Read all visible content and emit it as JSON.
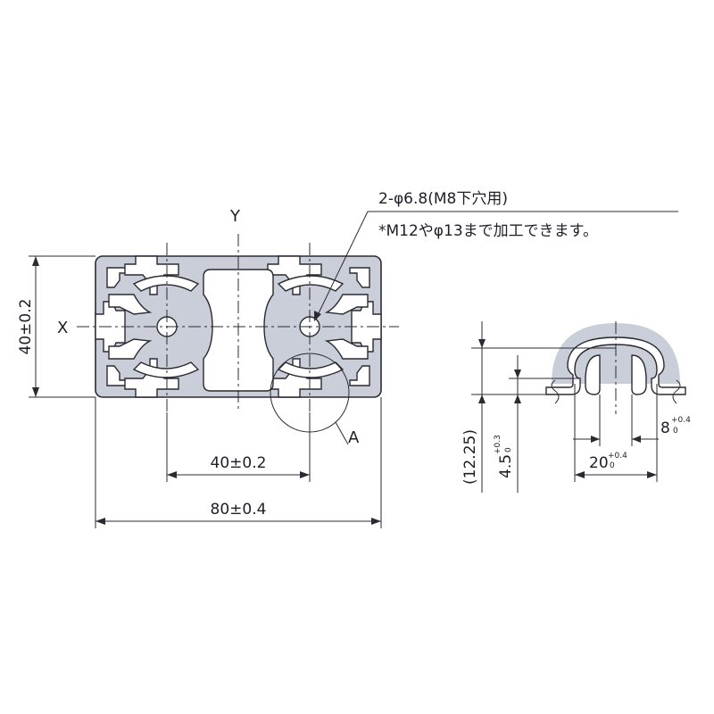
{
  "labels": {
    "axis_x": "X",
    "axis_y": "Y",
    "detail_marker": "A",
    "hole_note": "2-φ6.8(M8下穴用)",
    "tap_note": "*M12やφ13まで加工できます。"
  },
  "dimensions": {
    "height": "40±0.2",
    "pitch": "40±0.2",
    "width": "80±0.4",
    "slot_depth_ref": "(12.25)",
    "slot_depth_base": "4.5",
    "slot_depth_tol_upper": "+0.3",
    "slot_depth_tol_lower": "0",
    "slot_width_base": "20",
    "slot_width_tol_upper": "+0.4",
    "slot_width_tol_lower": "0",
    "slot_opening_base": "8",
    "slot_opening_tol_upper": "+0.4",
    "slot_opening_tol_lower": "0"
  },
  "colors": {
    "profile_fill": "#c9ced8",
    "line": "#2a2a33"
  }
}
